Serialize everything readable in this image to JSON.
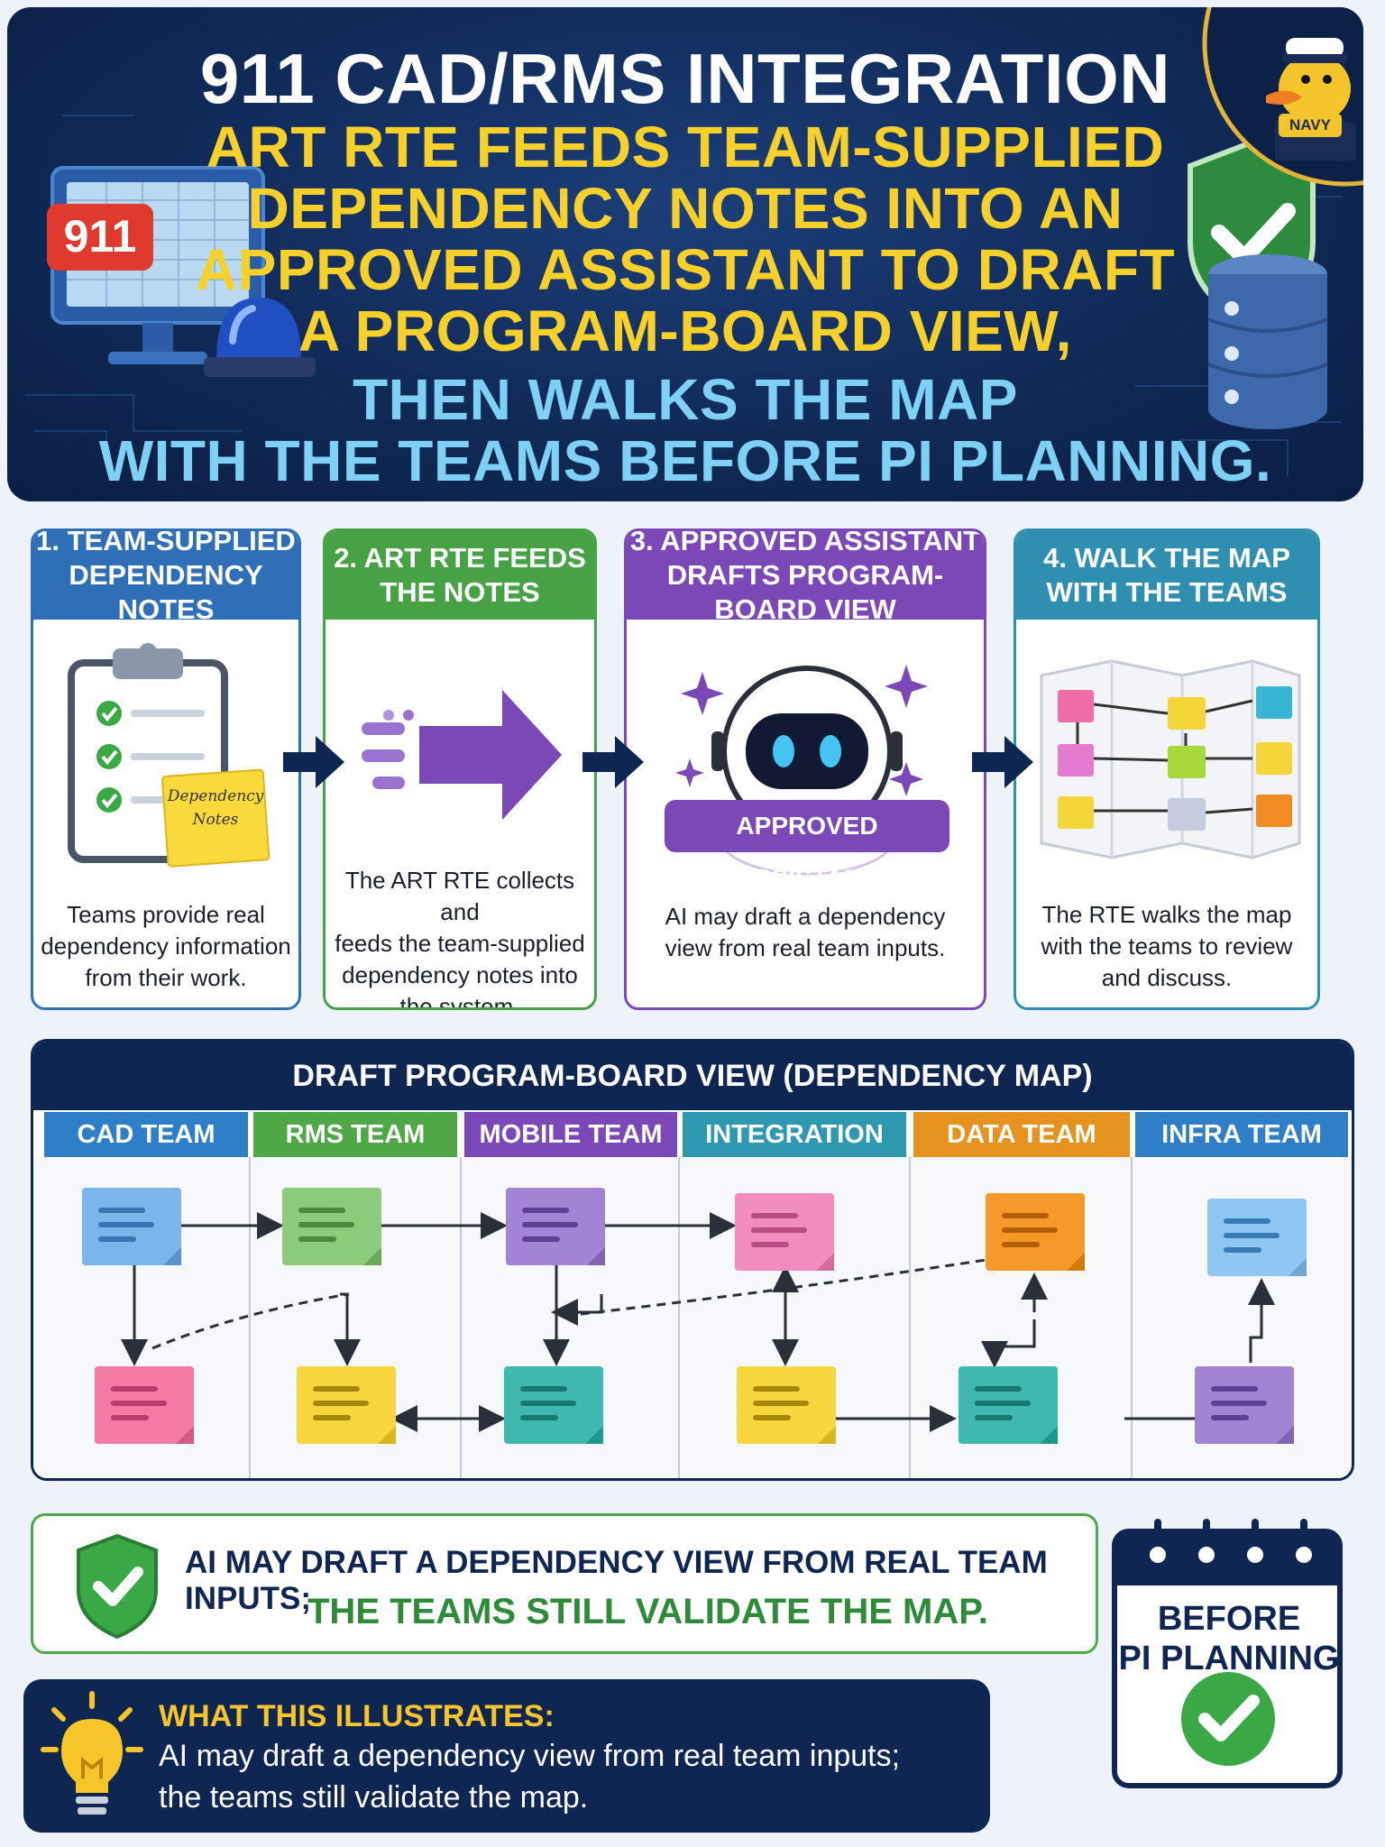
{
  "header": {
    "title": "911 CAD/RMS INTEGRATION",
    "line1": "ART RTE FEEDS TEAM-SUPPLIED",
    "line2": "DEPENDENCY NOTES INTO AN",
    "line3": "APPROVED ASSISTANT TO DRAFT",
    "line4": "A PROGRAM-BOARD VIEW,",
    "line5": "THEN WALKS THE MAP",
    "line6": "WITH THE TEAMS BEFORE PI PLANNING.",
    "badge_911": "911",
    "mascot_label": "NAVY"
  },
  "steps": [
    {
      "title": "1. TEAM-SUPPLIED\nDEPENDENCY NOTES",
      "sticky_line1": "Dependency",
      "sticky_line2": "Notes",
      "desc": "Teams provide real\ndependency information\nfrom their work.",
      "color": "#2f6fb8"
    },
    {
      "title": "2. ART RTE FEEDS\nTHE NOTES",
      "desc": "The ART RTE collects and\nfeeds the team-supplied\ndependency notes into\nthe system.",
      "color": "#46a244"
    },
    {
      "title": "3. APPROVED ASSISTANT\nDRAFTS PROGRAM-BOARD VIEW",
      "robot_label": "APPROVED ASSISTANT",
      "desc": "AI may draft a dependency\nview from real team inputs.",
      "color": "#7b48b8"
    },
    {
      "title": "4. WALK THE MAP\nWITH THE TEAMS",
      "desc": "The RTE walks the map\nwith the teams to review\nand discuss.",
      "color": "#2f8fb0"
    }
  ],
  "map": {
    "title": "DRAFT PROGRAM-BOARD VIEW (DEPENDENCY MAP)",
    "lanes": [
      {
        "name": "CAD TEAM",
        "color": "#2f7fc8"
      },
      {
        "name": "RMS TEAM",
        "color": "#4fa845"
      },
      {
        "name": "MOBILE TEAM",
        "color": "#7b48b8"
      },
      {
        "name": "INTEGRATION TEAM",
        "color": "#2e98b0"
      },
      {
        "name": "DATA TEAM",
        "color": "#e6921e"
      },
      {
        "name": "INFRA TEAM",
        "color": "#2f7fc8"
      }
    ]
  },
  "callout": {
    "line1": "AI MAY DRAFT A DEPENDENCY VIEW FROM REAL TEAM INPUTS;",
    "line2": "THE TEAMS STILL VALIDATE THE MAP."
  },
  "calendar": {
    "line1": "BEFORE",
    "line2": "PI PLANNING"
  },
  "footer": {
    "title": "WHAT THIS ILLUSTRATES:",
    "line1": "AI may draft a dependency view from real team inputs;",
    "line2": "the teams still validate the map."
  }
}
